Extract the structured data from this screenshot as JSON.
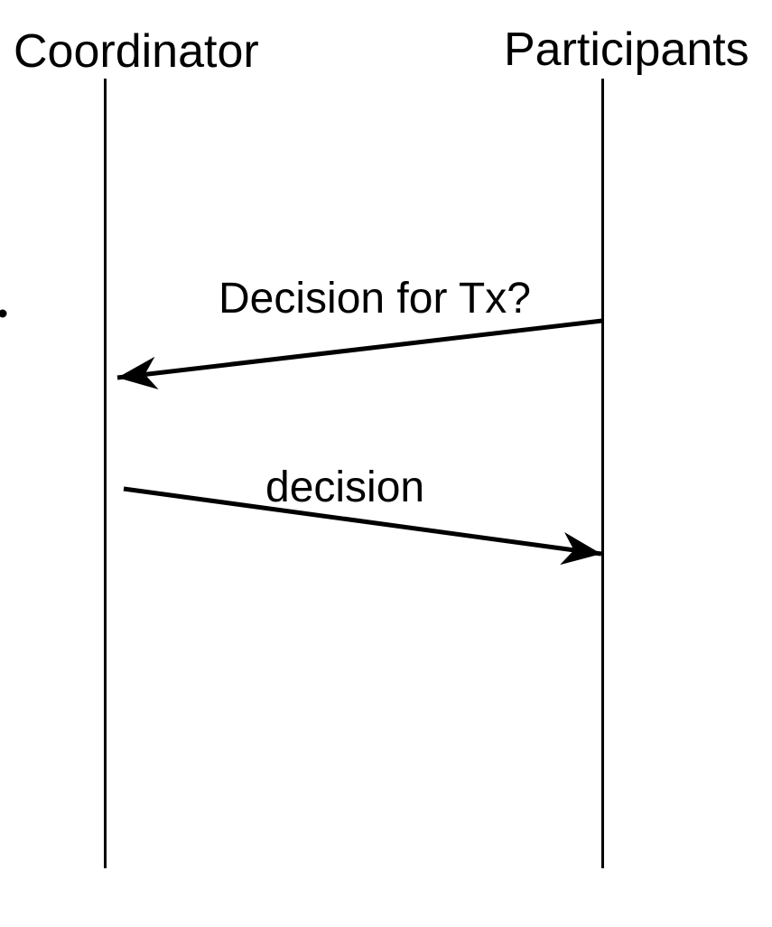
{
  "diagram": {
    "type": "sequence-diagram",
    "background_color": "#ffffff",
    "line_color": "#000000",
    "actors": [
      {
        "name": "Coordinator"
      },
      {
        "name": "Participants"
      }
    ],
    "messages": [
      {
        "label": "Decision for Tx?",
        "from": "Participants",
        "to": "Coordinator",
        "direction": "right-to-left"
      },
      {
        "label": "decision",
        "from": "Coordinator",
        "to": "Participants",
        "direction": "left-to-right"
      }
    ],
    "artifacts": [
      {
        "name": "stray-dot",
        "description": "small black dot clipped at left edge"
      }
    ]
  }
}
